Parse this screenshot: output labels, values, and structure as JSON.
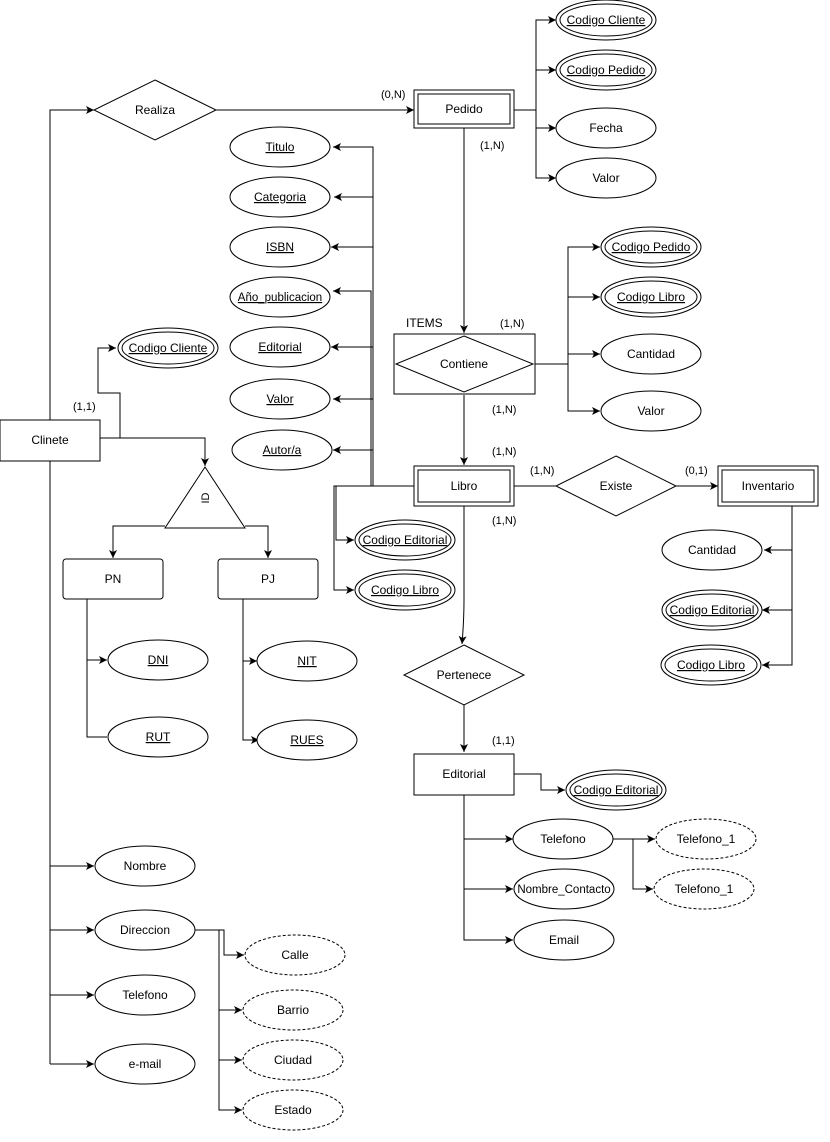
{
  "entities": {
    "cliente": "Clinete",
    "pedido": "Pedido",
    "libro": "Libro",
    "inventario": "Inventario",
    "pn": "PN",
    "pj": "PJ",
    "editorial": "Editorial"
  },
  "relationships": {
    "realiza": "Realiza",
    "contiene": "Contiene",
    "existe": "Existe",
    "pertenece": "Pertenece",
    "id": "ID"
  },
  "labels": {
    "items": "ITEMS"
  },
  "cardinalities": {
    "c1": "(0,N)",
    "c2": "(1,N)",
    "c3": "(1,N)",
    "c4": "(1,N)",
    "c5": "(1,N)",
    "c6": "(1,N)",
    "c7": "(1,N)",
    "c8": "(0,1)",
    "c9": "(1,1)",
    "c10": "(1,1)"
  },
  "attributes": {
    "ped_codcli": "Codigo Cliente",
    "ped_codped": "Codigo Pedido",
    "ped_fecha": "Fecha",
    "ped_valor": "Valor",
    "lib_titulo": "Titulo",
    "lib_categoria": "Categoria",
    "lib_isbn": "ISBN",
    "lib_anio": "Año_publicacion",
    "lib_editorial": "Editorial",
    "lib_valor": "Valor",
    "lib_autor": "Autor/a",
    "cont_codped": "Codigo Pedido",
    "cont_codlib": "Codigo Libro",
    "cont_cantidad": "Cantidad",
    "cont_valor": "Valor",
    "cli_codcli": "Codigo Cliente",
    "lib_codedit": "Codigo Editorial",
    "lib_codlib": "Codigo Libro",
    "inv_cantidad": "Cantidad",
    "inv_codedit": "Codigo Editorial",
    "inv_codlib": "Codigo Libro",
    "pn_dni": "DNI",
    "pn_rut": "RUT",
    "pj_nit": "NIT",
    "pj_rues": "RUES",
    "edi_codedit": "Codigo Editorial",
    "edi_telefono": "Telefono",
    "edi_tel1a": "Telefono_1",
    "edi_tel1b": "Telefono_1",
    "edi_contacto": "Nombre_Contacto",
    "edi_email": "Email",
    "cli_nombre": "Nombre",
    "cli_direccion": "Direccion",
    "cli_telefono": "Telefono",
    "cli_email": "e-mail",
    "dir_calle": "Calle",
    "dir_barrio": "Barrio",
    "dir_ciudad": "Ciudad",
    "dir_estado": "Estado"
  }
}
